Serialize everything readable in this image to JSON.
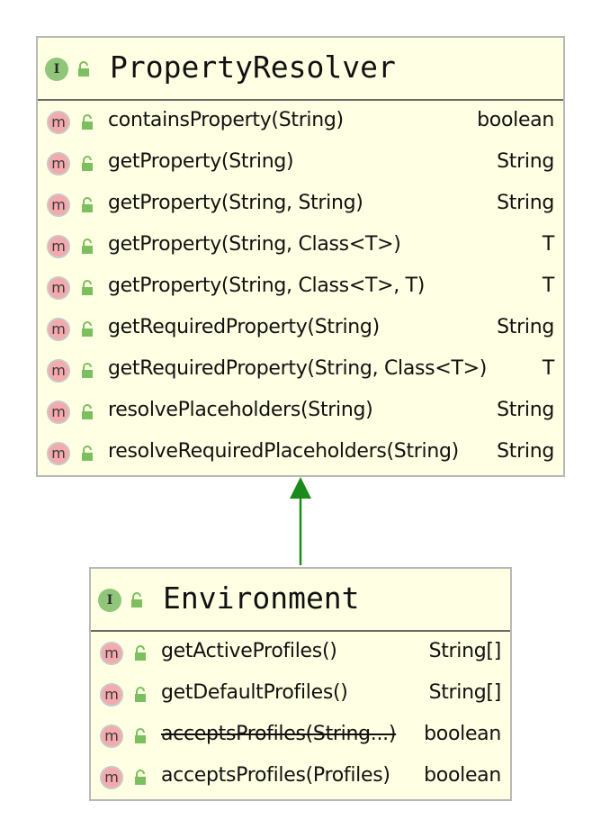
{
  "property_resolver": {
    "kind_icon": "I",
    "name": "PropertyResolver",
    "methods": [
      {
        "icon": "m",
        "name": "containsProperty(String)",
        "type": "boolean"
      },
      {
        "icon": "m",
        "name": "getProperty(String)",
        "type": "String"
      },
      {
        "icon": "m",
        "name": "getProperty(String, String)",
        "type": "String"
      },
      {
        "icon": "m",
        "name": "getProperty(String, Class<T>)",
        "type": "T"
      },
      {
        "icon": "m",
        "name": "getProperty(String, Class<T>, T)",
        "type": "T"
      },
      {
        "icon": "m",
        "name": "getRequiredProperty(String)",
        "type": "String"
      },
      {
        "icon": "m",
        "name": "getRequiredProperty(String, Class<T>)",
        "type": "T"
      },
      {
        "icon": "m",
        "name": "resolvePlaceholders(String)",
        "type": "String"
      },
      {
        "icon": "m",
        "name": "resolveRequiredPlaceholders(String)",
        "type": "String"
      }
    ]
  },
  "environment": {
    "kind_icon": "I",
    "name": "Environment",
    "methods": [
      {
        "icon": "m",
        "name": "getActiveProfiles()",
        "type": "String[]"
      },
      {
        "icon": "m",
        "name": "getDefaultProfiles()",
        "type": "String[]"
      },
      {
        "icon": "m",
        "name": "acceptsProfiles(String...)",
        "type": "boolean",
        "deprecated": true
      },
      {
        "icon": "m",
        "name": "acceptsProfiles(Profiles)",
        "type": "boolean"
      }
    ]
  },
  "relation": {
    "from": "Environment",
    "to": "PropertyResolver",
    "kind": "extends",
    "color": "#1a8a1a"
  },
  "colors": {
    "box_fill": "#ffffe3",
    "method_icon": "#f4a9ad",
    "interface_icon": "#8fc67a",
    "lock": "#7bbf5e"
  }
}
